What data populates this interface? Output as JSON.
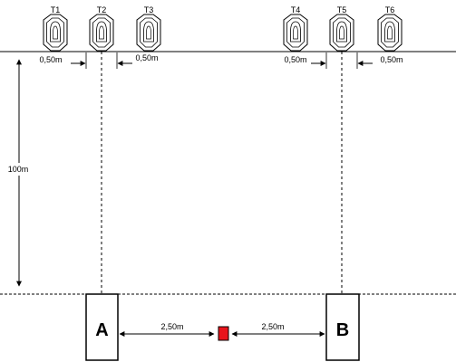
{
  "targets": [
    {
      "id": "T1"
    },
    {
      "id": "T2"
    },
    {
      "id": "T3"
    },
    {
      "id": "T4"
    },
    {
      "id": "T5"
    },
    {
      "id": "T6"
    }
  ],
  "spacing": {
    "t1_t2": "0,50m",
    "t2_t3": "0,50m",
    "t4_t5": "0,50m",
    "t5_t6": "0,50m"
  },
  "range_distance": "100m",
  "positions": {
    "a": "A",
    "b": "B",
    "a_to_marker": "2,50m",
    "marker_to_b": "2,50m"
  },
  "colors": {
    "marker": "#e8141b",
    "line": "#000000"
  }
}
